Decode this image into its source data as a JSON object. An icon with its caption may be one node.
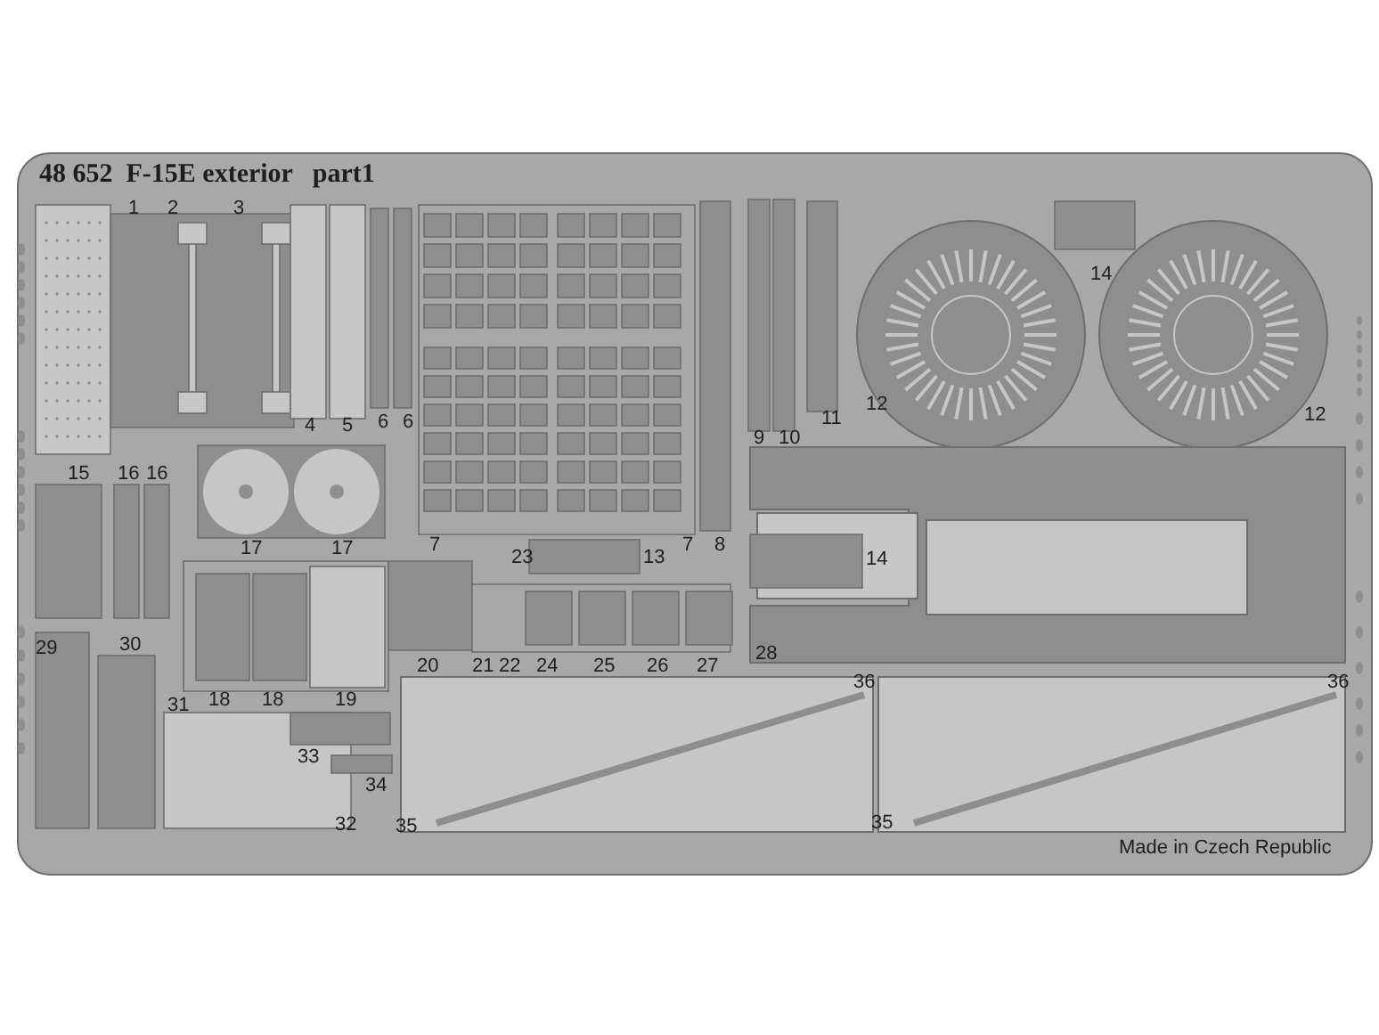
{
  "diagram": {
    "title": "48 652  F-15E exterior   part1",
    "labels": [
      "1",
      "2",
      "3",
      "14",
      "4",
      "5",
      "6",
      "6",
      "9",
      "10",
      "11",
      "12",
      "12",
      "15",
      "16",
      "16",
      "17",
      "17",
      "7",
      "23",
      "13",
      "7",
      "8",
      "14",
      "29",
      "30",
      "20",
      "21",
      "22",
      "24",
      "25",
      "26",
      "27",
      "28",
      "36",
      "36",
      "31",
      "18",
      "18",
      "19",
      "33",
      "34",
      "32",
      "35",
      "35",
      "Made in Czech Republic"
    ]
  }
}
